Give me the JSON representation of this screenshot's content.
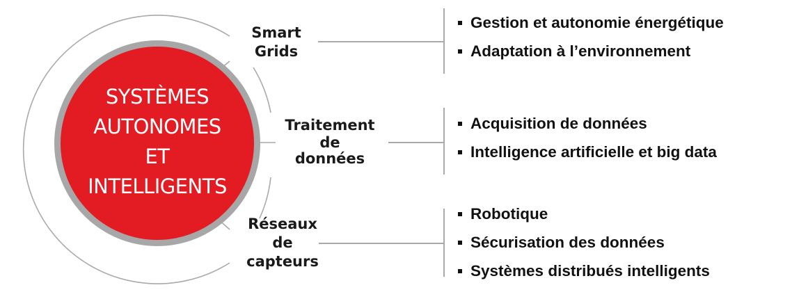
{
  "center": {
    "lines": [
      "SYSTÈMES",
      "AUTONOMES",
      "ET",
      "INTELLIGENTS"
    ],
    "fill_color": "#e31b23",
    "ring_color": "#a7a7a7"
  },
  "branches": [
    {
      "label_lines": [
        "Smart",
        "Grids"
      ],
      "items": [
        "Gestion et autonomie énergétique",
        "Adaptation à l’environnement"
      ]
    },
    {
      "label_lines": [
        "Traitement",
        "de",
        "données"
      ],
      "items": [
        "Acquisition de données",
        "Intelligence artificielle et big data"
      ]
    },
    {
      "label_lines": [
        "Réseaux",
        "de",
        "capteurs"
      ],
      "items": [
        "Robotique",
        "Sécurisation des données",
        "Systèmes distribués intelligents"
      ]
    }
  ],
  "colors": {
    "line": "#a9a9a9",
    "text": "#1a1a1a"
  }
}
